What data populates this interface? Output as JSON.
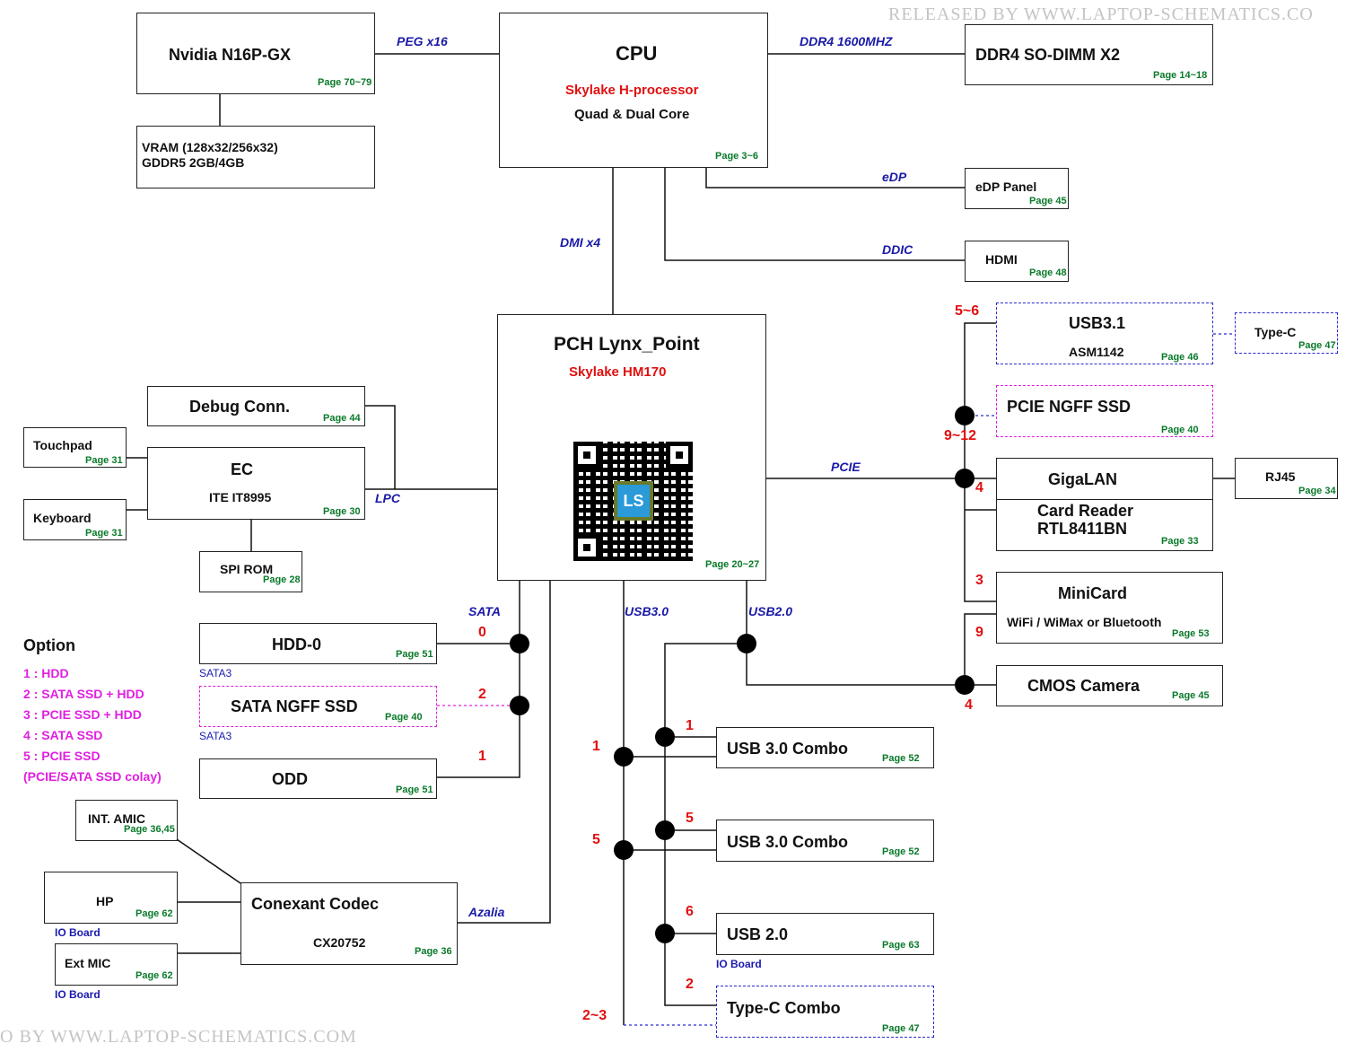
{
  "watermarks": {
    "top": "RELEASED BY WWW.LAPTOP-SCHEMATICS.CO",
    "bottom": "O BY WWW.LAPTOP-SCHEMATICS.COM"
  },
  "blocks": {
    "gpu": {
      "title": "Nvidia N16P-GX",
      "page": "Page 70~79"
    },
    "vram": {
      "line1": "VRAM (128x32/256x32)",
      "line2": "GDDR5 2GB/4GB"
    },
    "cpu": {
      "title": "CPU",
      "subtitle": "Skylake H-processor",
      "line2": "Quad & Dual Core",
      "page": "Page 3~6"
    },
    "ddr": {
      "title": "DDR4 SO-DIMM X2",
      "page": "Page 14~18"
    },
    "edp": {
      "title": "eDP Panel",
      "page": "Page 45"
    },
    "hdmi": {
      "title": "HDMI",
      "page": "Page 48"
    },
    "pch": {
      "title": "PCH Lynx_Point",
      "subtitle": "Skylake HM170",
      "page": "Page 20~27",
      "logo": "LS"
    },
    "debug": {
      "title": "Debug Conn.",
      "page": "Page 44"
    },
    "ec": {
      "title": "EC",
      "line2": "ITE IT8995",
      "page": "Page 30"
    },
    "touchpad": {
      "title": "Touchpad",
      "page": "Page 31"
    },
    "keyboard": {
      "title": "Keyboard",
      "page": "Page 31"
    },
    "spirom": {
      "title": "SPI ROM",
      "page": "Page 28"
    },
    "hdd0": {
      "title": "HDD-0",
      "page": "Page 51",
      "note": "SATA3"
    },
    "satangff": {
      "title": "SATA NGFF SSD",
      "page": "Page 40",
      "note": "SATA3"
    },
    "odd": {
      "title": "ODD",
      "page": "Page 51"
    },
    "amic": {
      "title": "INT. AMIC",
      "page": "Page 36,45"
    },
    "hp": {
      "title": "HP",
      "page": "Page 62",
      "note": "IO Board"
    },
    "extmic": {
      "title": "Ext MIC",
      "page": "Page 62",
      "note": "IO Board"
    },
    "codec": {
      "title": "Conexant Codec",
      "line2": "CX20752",
      "page": "Page 36"
    },
    "usb31": {
      "title": "USB3.1",
      "line2": "ASM1142",
      "page": "Page 46"
    },
    "typec": {
      "title": "Type-C",
      "page": "Page 47"
    },
    "pciengff": {
      "title": "PCIE NGFF SSD",
      "page": "Page 40"
    },
    "gigalan": {
      "title": "GigaLAN",
      "line2": "Card Reader",
      "line3": "RTL8411BN",
      "page": "Page 33"
    },
    "rj45": {
      "title": "RJ45",
      "page": "Page 34"
    },
    "minicard": {
      "title": "MiniCard",
      "line2": "WiFi / WiMax or Bluetooth",
      "page": "Page 53"
    },
    "camera": {
      "title": "CMOS Camera",
      "page": "Page 45"
    },
    "usb30a": {
      "title": "USB 3.0 Combo",
      "page": "Page 52"
    },
    "usb30b": {
      "title": "USB 3.0 Combo",
      "page": "Page 52"
    },
    "usb20": {
      "title": "USB 2.0",
      "page": "Page 63",
      "note": "IO Board"
    },
    "typeccombo": {
      "title": "Type-C Combo",
      "page": "Page 47"
    }
  },
  "buses": {
    "peg": "PEG x16",
    "ddr4": "DDR4 1600MHZ",
    "edp": "eDP",
    "ddic": "DDIC",
    "dmi": "DMI x4",
    "lpc": "LPC",
    "pcie": "PCIE",
    "sata": "SATA",
    "usb30": "USB3.0",
    "usb20": "USB2.0",
    "azalia": "Azalia"
  },
  "port_numbers": {
    "usb31": "5~6",
    "pciengff": "9~12",
    "gigalan": "4",
    "minicard_pcie": "3",
    "minicard_usb": "9",
    "camera": "4",
    "sata_hdd": "0",
    "sata_ngff": "2",
    "sata_odd": "1",
    "usb30_combo1_usb2": "1",
    "usb30_combo1_usb3": "1",
    "usb30_combo2_usb2": "5",
    "usb30_combo2_usb3": "5",
    "usb20_port": "6",
    "typec_usb2": "2",
    "typec_usb3": "2~3"
  },
  "options": {
    "heading": "Option",
    "items": [
      "1 : HDD",
      "2 : SATA SSD + HDD",
      "3 : PCIE SSD + HDD",
      "4 : SATA SSD",
      "5 : PCIE SSD",
      "(PCIE/SATA SSD colay)"
    ]
  }
}
